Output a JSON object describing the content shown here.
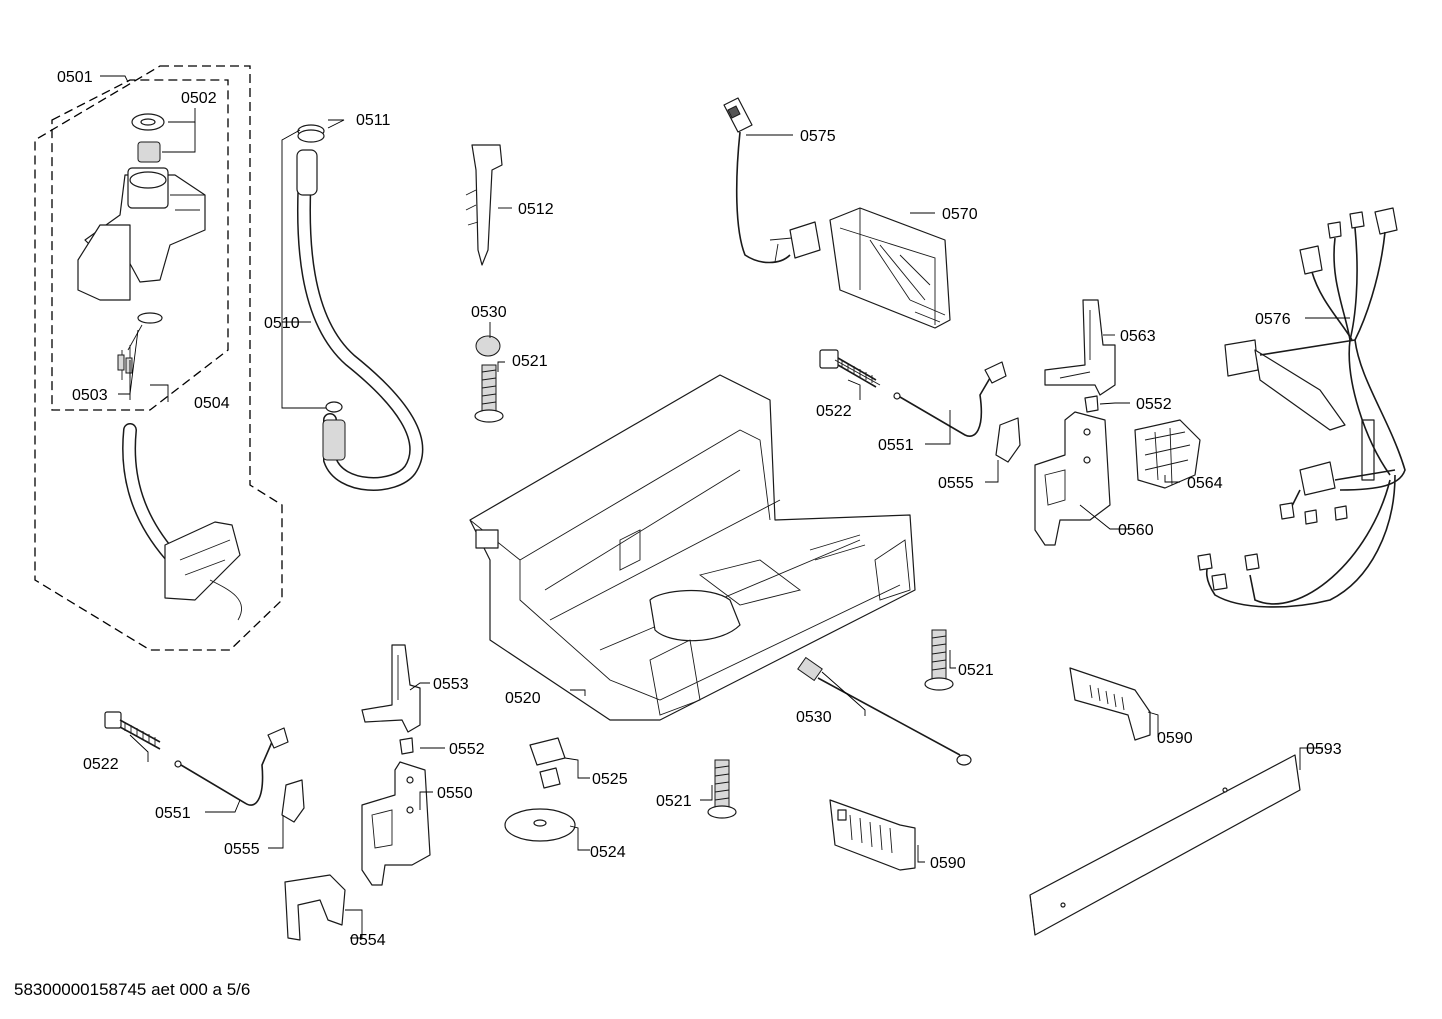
{
  "footer_text": "58300000158745 aet 000 a 5/6",
  "labels": {
    "l0501": "0501",
    "l0502": "0502",
    "l0503": "0503",
    "l0504": "0504",
    "l0510": "0510",
    "l0511": "0511",
    "l0512": "0512",
    "l0530a": "0530",
    "l0521a": "0521",
    "l0520": "0520",
    "l0575": "0575",
    "l0570": "0570",
    "l0522a": "0522",
    "l0551a": "0551",
    "l0555a": "0555",
    "l0563": "0563",
    "l0552a": "0552",
    "l0564": "0564",
    "l0560": "0560",
    "l0576": "0576",
    "l0521b": "0521",
    "l0530b": "0530",
    "l0590a": "0590",
    "l0593": "0593",
    "l0590b": "0590",
    "l0522b": "0522",
    "l0551b": "0551",
    "l0555b": "0555",
    "l0553": "0553",
    "l0552b": "0552",
    "l0550": "0550",
    "l0554": "0554",
    "l0525": "0525",
    "l0524": "0524",
    "l0521c": "0521"
  }
}
